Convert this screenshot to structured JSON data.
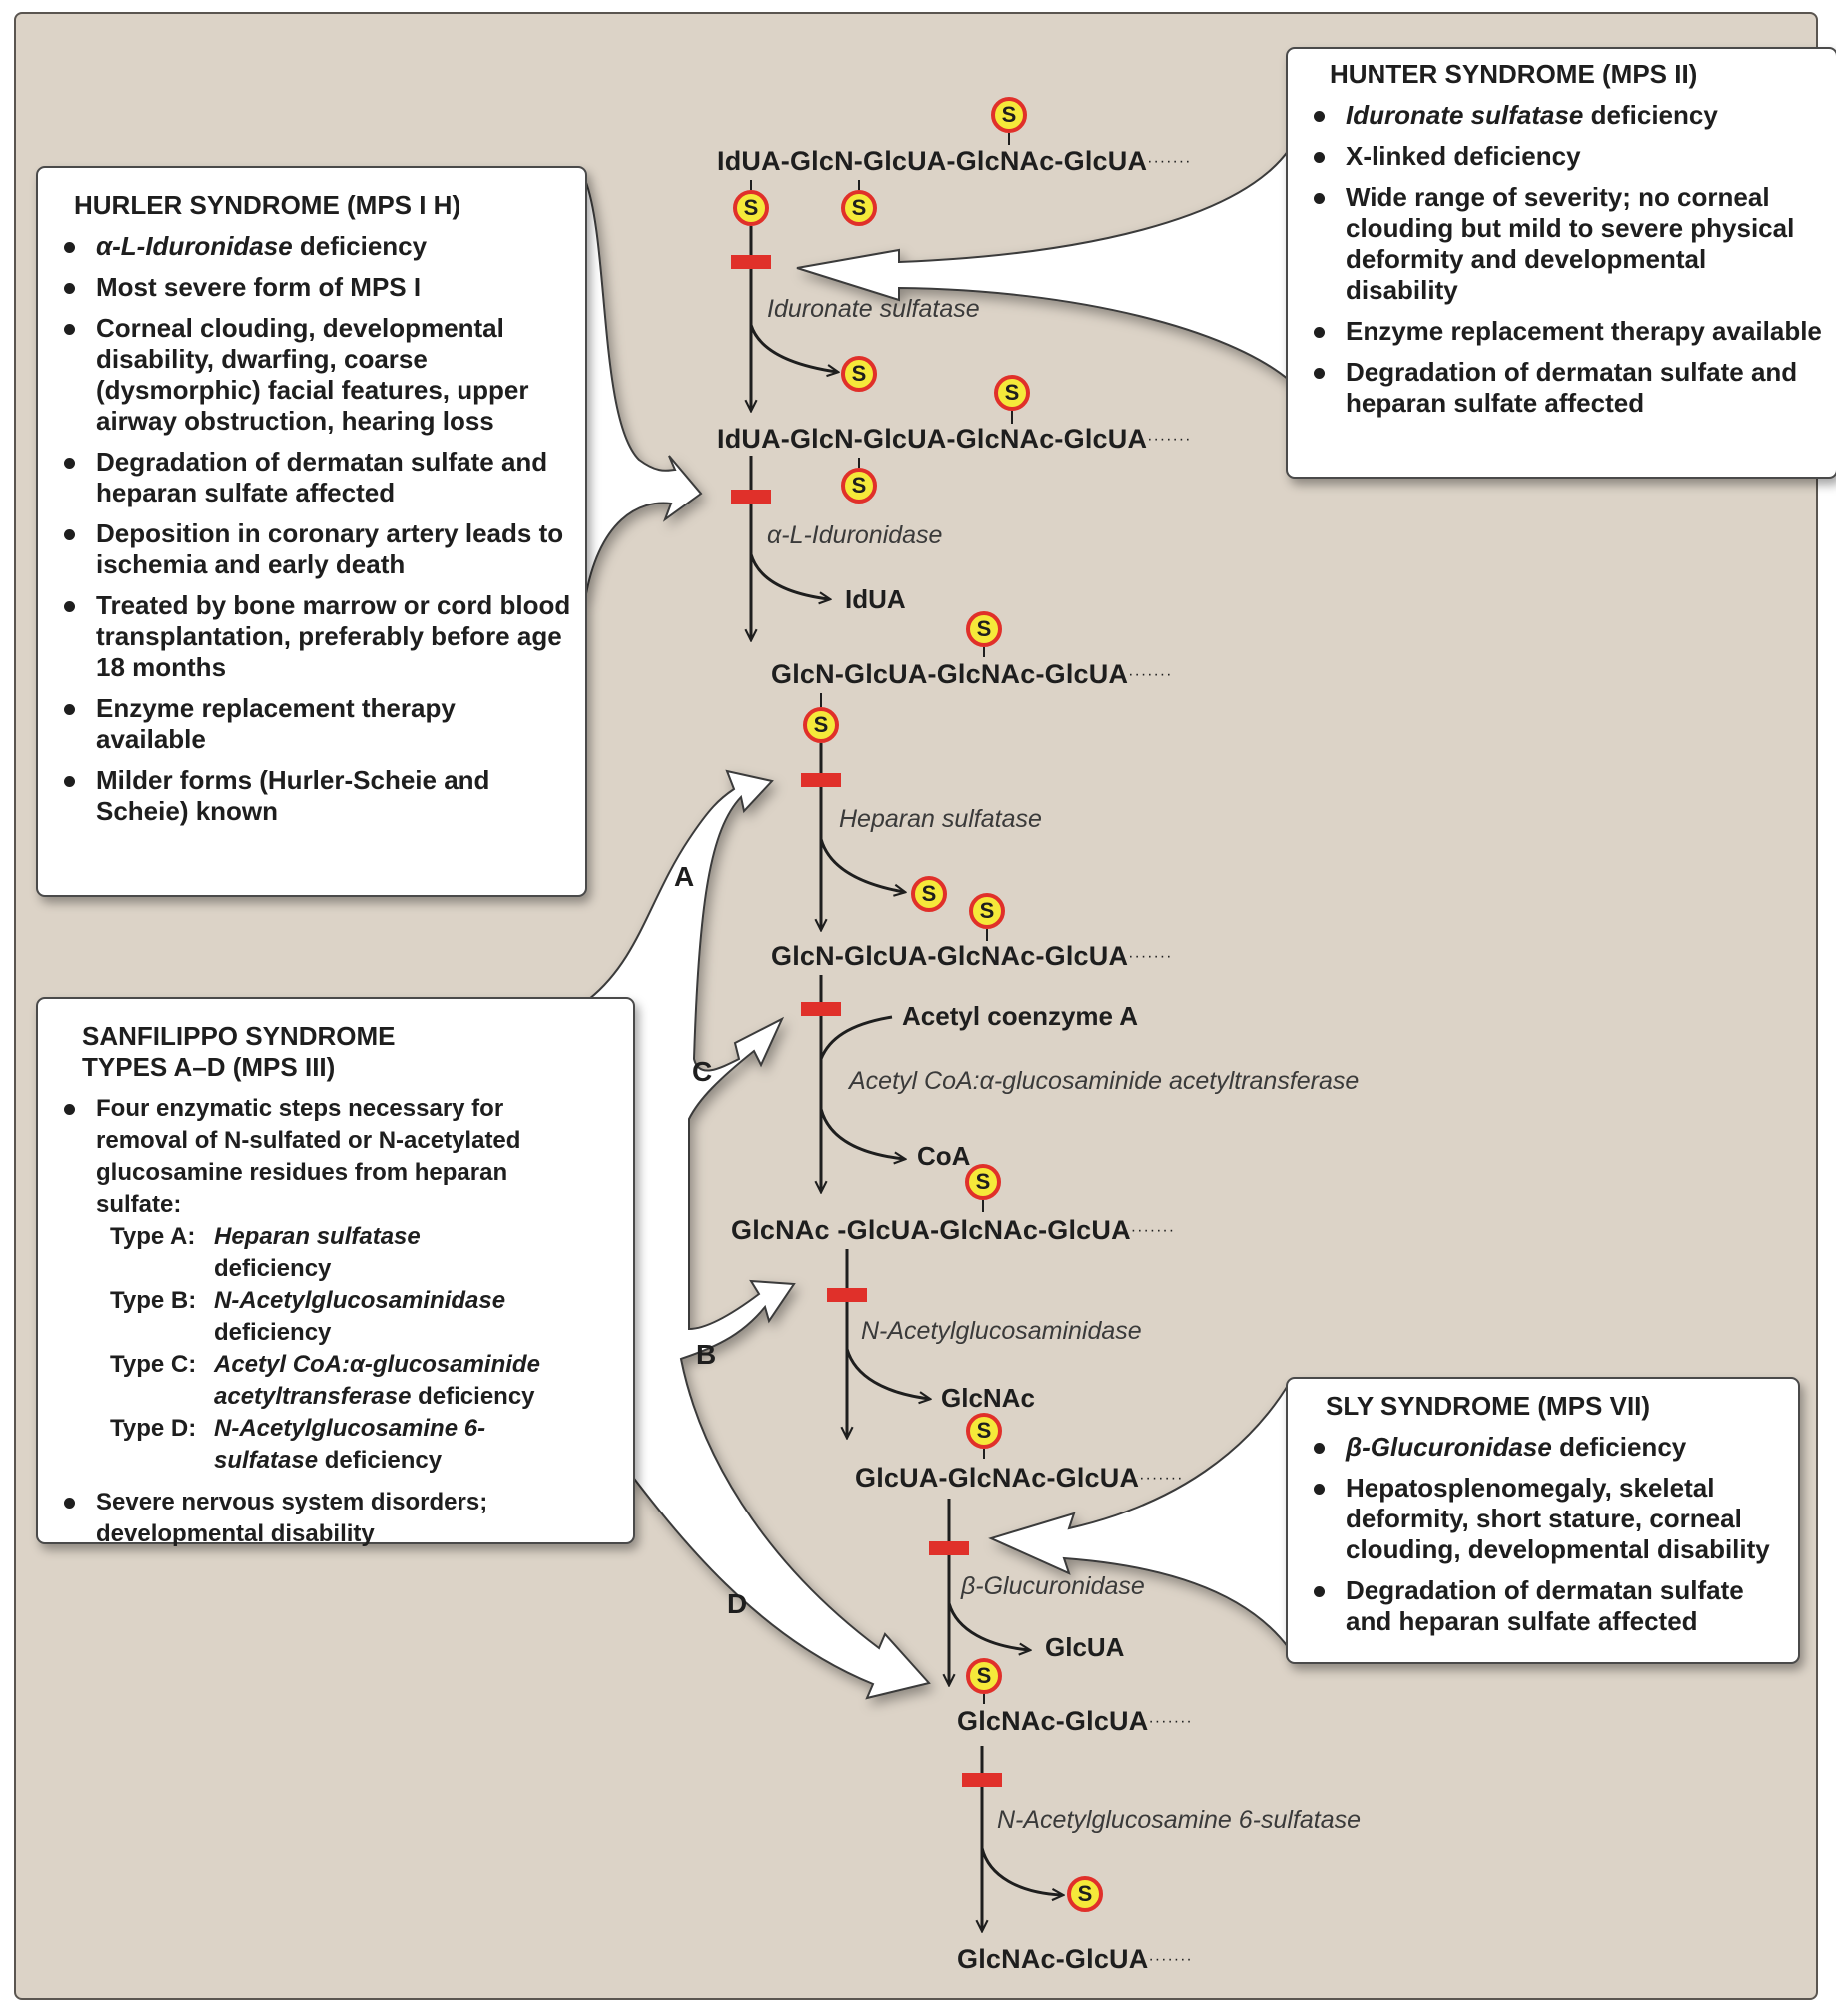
{
  "colors": {
    "background": "#dcd3c7",
    "block_bar": "#e0302a",
    "sulfate_fill": "#f5e93a",
    "sulfate_ring": "#e0302a",
    "box_fill": "#ffffff"
  },
  "sulfate_symbol": "S",
  "chain_dots": "·······",
  "pathway": {
    "chains": [
      "IdUA-GlcN-GlcUA-GlcNAc-GlcUA",
      "IdUA-GlcN-GlcUA-GlcNAc-GlcUA",
      "GlcN-GlcUA-GlcNAc-GlcUA",
      "GlcN-GlcUA-GlcNAc-GlcUA",
      "GlcNAc -GlcUA-GlcNAc-GlcUA",
      "GlcUA-GlcNAc-GlcUA",
      "GlcNAc-GlcUA",
      "GlcNAc-GlcUA"
    ],
    "enzymes": [
      "Iduronate sulfatase",
      "α-L-Iduronidase",
      "Heparan sulfatase",
      "Acetyl CoA:α-glucosaminide acetyltransferase",
      "N-Acetylglucosaminidase",
      "β-Glucuronidase",
      "N-Acetylglucosamine 6-sulfatase"
    ],
    "products": {
      "iduronidase": "IdUA",
      "acetyl_input": "Acetyl coenzyme A",
      "coa": "CoA",
      "glcnac": "GlcNAc",
      "glcua": "GlcUA"
    },
    "arrow_letters": [
      "A",
      "C",
      "B",
      "D"
    ]
  },
  "hunter": {
    "title": "HUNTER SYNDROME (MPS II)",
    "items": [
      {
        "italic": "Iduronate sulfatase",
        "text": " deficiency"
      },
      {
        "text": "X-linked deficiency"
      },
      {
        "text": "Wide range of severity; no corneal clouding but mild to severe physical deformity and developmental disability"
      },
      {
        "text": "Enzyme replacement therapy available"
      },
      {
        "text": "Degradation of dermatan sulfate and heparan sulfate affected"
      }
    ]
  },
  "hurler": {
    "title": "HURLER SYNDROME (MPS I H)",
    "items": [
      {
        "italic": "α-L-Iduronidase",
        "text": " deficiency"
      },
      {
        "text": "Most severe form of MPS I"
      },
      {
        "text": "Corneal clouding, developmental disability, dwarfing, coarse (dysmorphic) facial features, upper airway obstruction, hearing loss"
      },
      {
        "text": "Degradation of dermatan sulfate and heparan sulfate affected"
      },
      {
        "text": "Deposition in coronary artery leads to ischemia and early death"
      },
      {
        "text": "Treated by bone marrow or cord blood transplantation, preferably before age 18 months"
      },
      {
        "text": "Enzyme replacement therapy available"
      },
      {
        "text": "Milder forms (Hurler-Scheie and Scheie) known"
      }
    ]
  },
  "sanfilippo": {
    "title_line1": "SANFILIPPO SYNDROME",
    "title_line2": "TYPES A–D (MPS III)",
    "intro": "Four enzymatic steps necessary for removal of N-sulfated or N-acetylated glucosamine residues from heparan sulfate:",
    "types": [
      {
        "label": "Type A:",
        "italic": "Heparan sulfatase",
        "text": " deficiency"
      },
      {
        "label": "Type B:",
        "italic": "N-Acetylglucosaminidase",
        "text": " deficiency"
      },
      {
        "label": "Type C:",
        "italic": "Acetyl CoA:α-glucosaminide acetyltransferase",
        "text": " deficiency"
      },
      {
        "label": "Type D:",
        "italic": "N-Acetylglucosamine 6-sulfatase",
        "text": " deficiency"
      }
    ],
    "last_item": "Severe nervous system disorders; developmental disability"
  },
  "sly": {
    "title": "SLY SYNDROME (MPS VII)",
    "items": [
      {
        "italic": "β-Glucuronidase",
        "text": " deficiency"
      },
      {
        "text": "Hepatosplenomegaly, skeletal deformity, short stature, corneal clouding, developmental disability"
      },
      {
        "text": "Degradation of dermatan sulfate and heparan sulfate affected"
      }
    ]
  }
}
